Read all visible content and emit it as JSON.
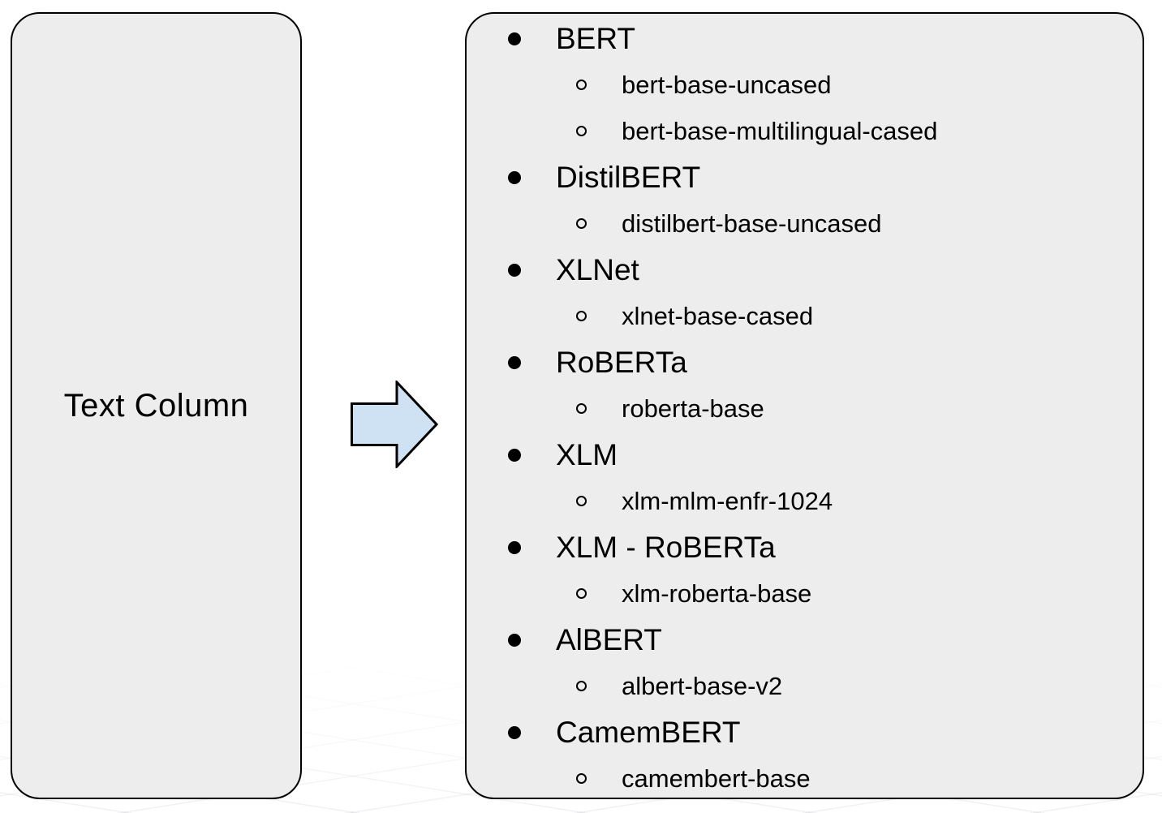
{
  "left_box": {
    "label": "Text Column"
  },
  "arrow": {
    "icon": "right-arrow",
    "fill": "#cfe2f3",
    "stroke": "#000000"
  },
  "right_box": {
    "items": [
      {
        "label": "BERT",
        "children": [
          "bert-base-uncased",
          "bert-base-multilingual-cased"
        ]
      },
      {
        "label": "DistilBERT",
        "children": [
          "distilbert-base-uncased"
        ]
      },
      {
        "label": "XLNet",
        "children": [
          "xlnet-base-cased"
        ]
      },
      {
        "label": "RoBERTa",
        "children": [
          "roberta-base"
        ]
      },
      {
        "label": "XLM",
        "children": [
          "xlm-mlm-enfr-1024"
        ]
      },
      {
        "label": "XLM - RoBERTa",
        "children": [
          "xlm-roberta-base"
        ]
      },
      {
        "label": "AlBERT",
        "children": [
          "albert-base-v2"
        ]
      },
      {
        "label": "CamemBERT",
        "children": [
          "camembert-base"
        ]
      }
    ]
  },
  "colors": {
    "background": "#ffffff",
    "box_fill": "#ededed",
    "box_border": "#000000",
    "arrow_fill": "#cfe2f3"
  }
}
